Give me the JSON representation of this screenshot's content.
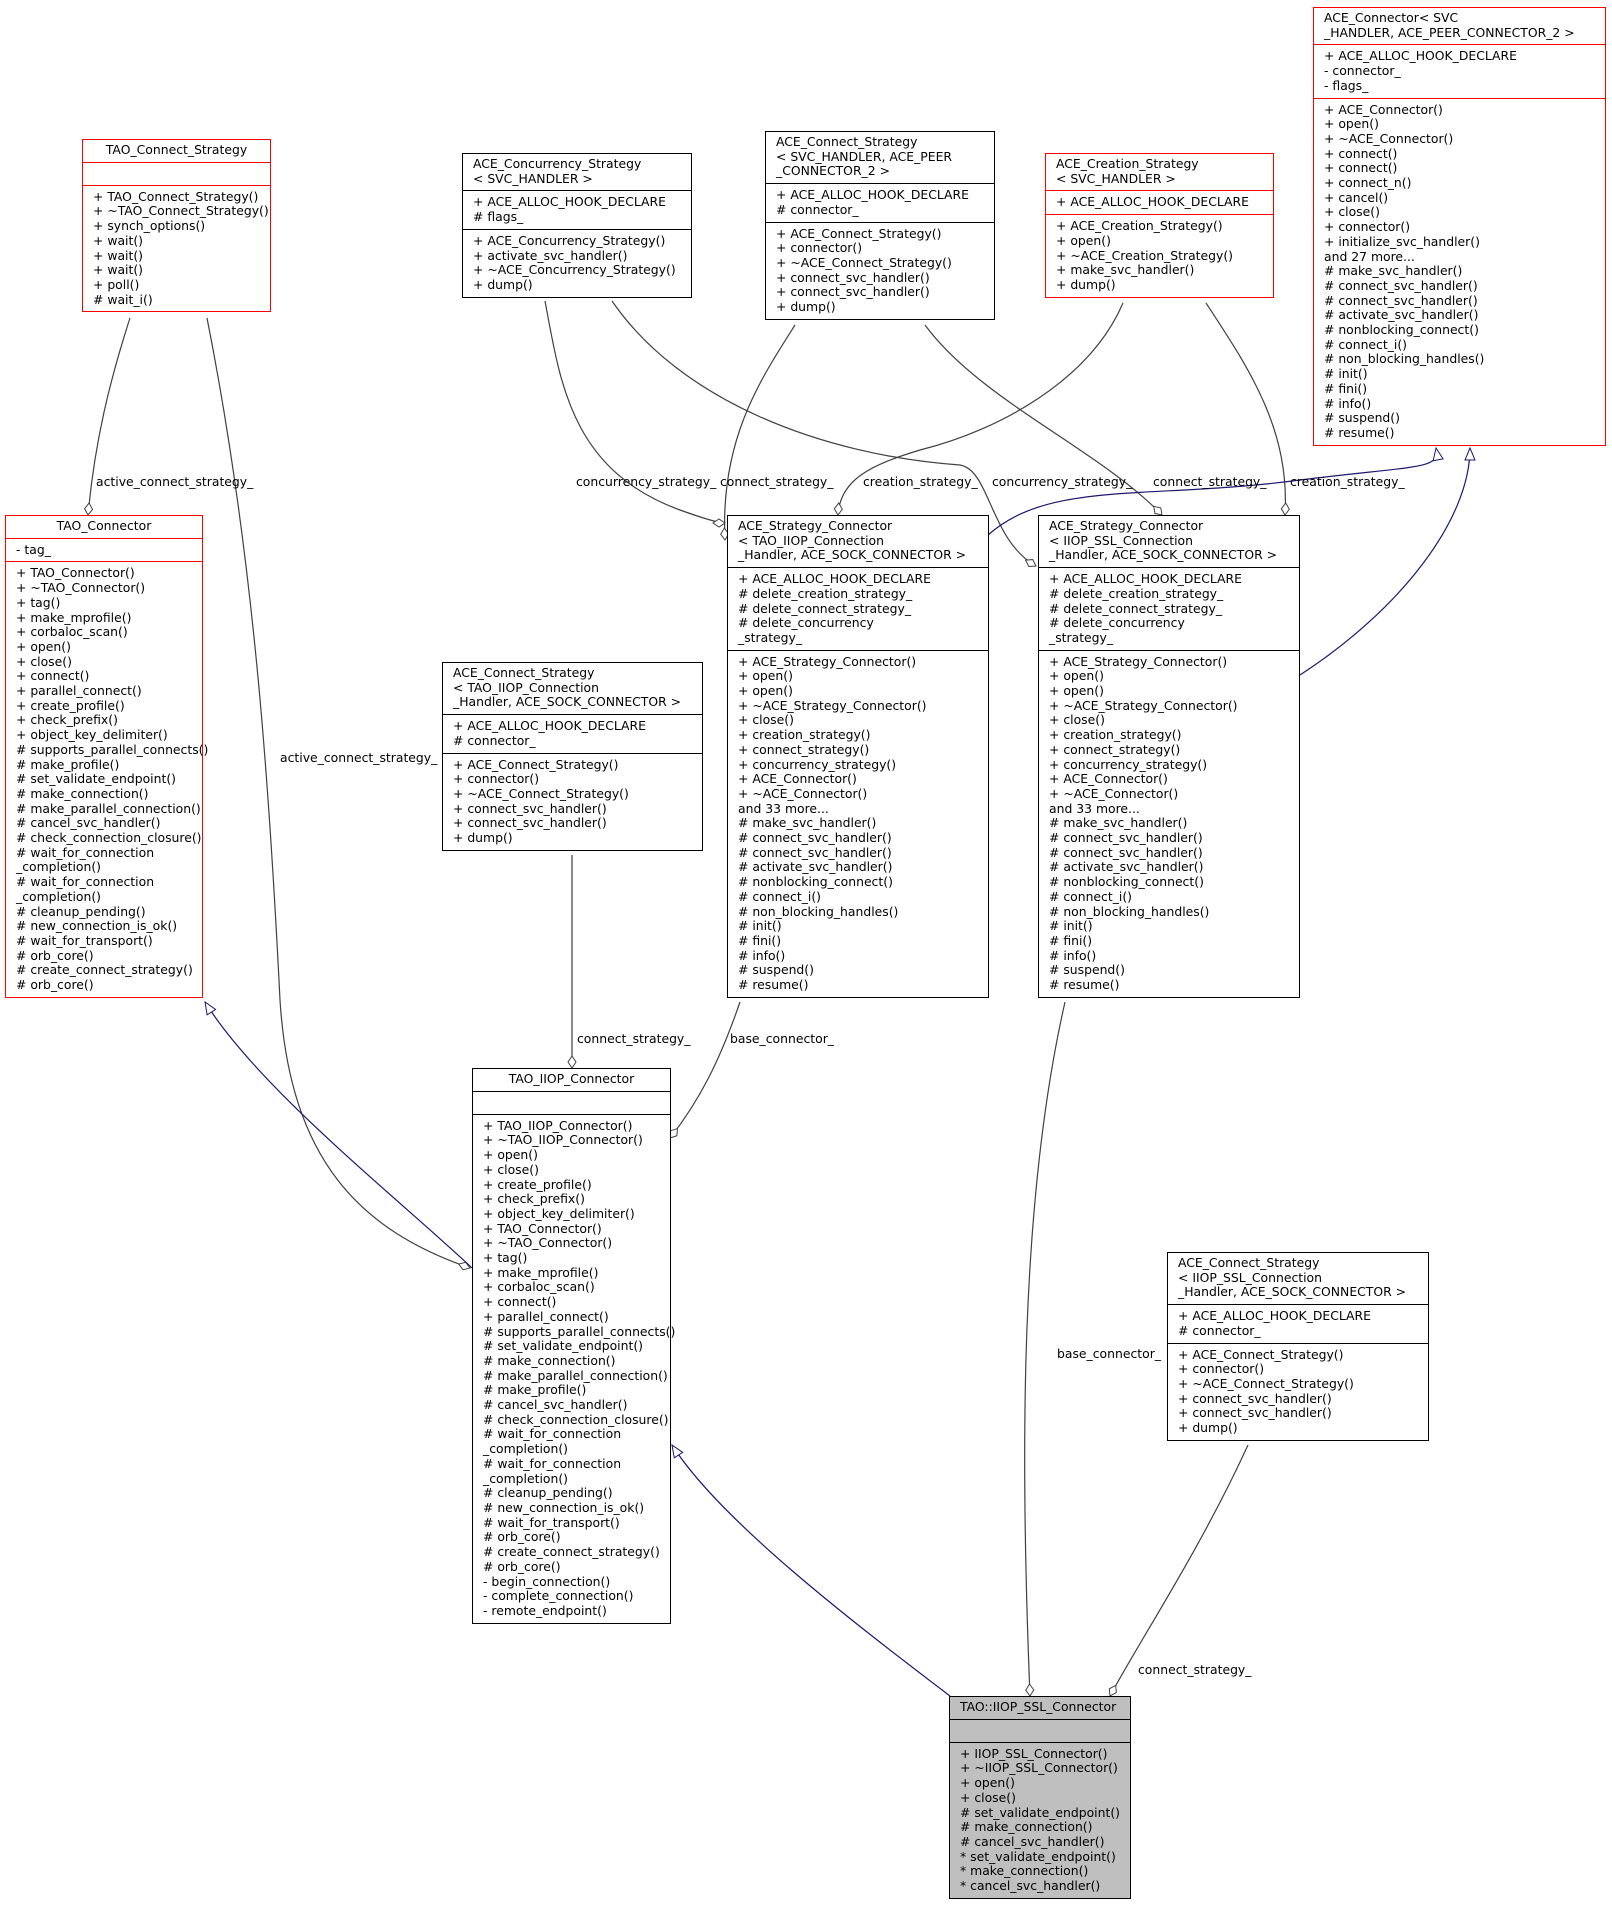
{
  "classes": {
    "ace_connector": {
      "title": "ACE_Connector< SVC\n_HANDLER, ACE_PEER_CONNECTOR_2 >",
      "sections": [
        [
          "+ ACE_ALLOC_HOOK_DECLARE",
          "- connector_",
          "- flags_"
        ],
        [
          "+ ACE_Connector()",
          "+ open()",
          "+ ~ACE_Connector()",
          "+ connect()",
          "+ connect()",
          "+ connect_n()",
          "+ cancel()",
          "+ close()",
          "+ connector()",
          "+ initialize_svc_handler()",
          "and 27 more...",
          "# make_svc_handler()",
          "# connect_svc_handler()",
          "# connect_svc_handler()",
          "# activate_svc_handler()",
          "# nonblocking_connect()",
          "# connect_i()",
          "# non_blocking_handles()",
          "# init()",
          "# fini()",
          "# info()",
          "# suspend()",
          "# resume()"
        ]
      ]
    },
    "tao_connect_strategy": {
      "title": "TAO_Connect_Strategy",
      "sections": [
        [],
        [
          "+ TAO_Connect_Strategy()",
          "+ ~TAO_Connect_Strategy()",
          "+ synch_options()",
          "+ wait()",
          "+ wait()",
          "+ wait()",
          "+ poll()",
          "# wait_i()"
        ]
      ]
    },
    "ace_concurrency_strategy": {
      "title": "ACE_Concurrency_Strategy\n< SVC_HANDLER >",
      "sections": [
        [
          "+ ACE_ALLOC_HOOK_DECLARE",
          "# flags_"
        ],
        [
          "+ ACE_Concurrency_Strategy()",
          "+ activate_svc_handler()",
          "+ ~ACE_Concurrency_Strategy()",
          "+ dump()"
        ]
      ]
    },
    "ace_connect_strategy_peer": {
      "title": "ACE_Connect_Strategy\n< SVC_HANDLER, ACE_PEER\n_CONNECTOR_2 >",
      "sections": [
        [
          "+ ACE_ALLOC_HOOK_DECLARE",
          "# connector_"
        ],
        [
          "+ ACE_Connect_Strategy()",
          "+ connector()",
          "+ ~ACE_Connect_Strategy()",
          "+ connect_svc_handler()",
          "+ connect_svc_handler()",
          "+ dump()"
        ]
      ]
    },
    "ace_creation_strategy": {
      "title": "ACE_Creation_Strategy\n< SVC_HANDLER >",
      "sections": [
        [
          "+ ACE_ALLOC_HOOK_DECLARE"
        ],
        [
          "+ ACE_Creation_Strategy()",
          "+ open()",
          "+ ~ACE_Creation_Strategy()",
          "+ make_svc_handler()",
          "+ dump()"
        ]
      ]
    },
    "tao_connector": {
      "title": "TAO_Connector",
      "sections": [
        [
          "- tag_"
        ],
        [
          "+ TAO_Connector()",
          "+ ~TAO_Connector()",
          "+ tag()",
          "+ make_mprofile()",
          "+ corbaloc_scan()",
          "+ open()",
          "+ close()",
          "+ connect()",
          "+ parallel_connect()",
          "+ create_profile()",
          "+ check_prefix()",
          "+ object_key_delimiter()",
          "# supports_parallel_connects()",
          "# make_profile()",
          "# set_validate_endpoint()",
          "# make_connection()",
          "# make_parallel_connection()",
          "# cancel_svc_handler()",
          "# check_connection_closure()",
          "# wait_for_connection\n_completion()",
          "# wait_for_connection\n_completion()",
          "# cleanup_pending()",
          "# new_connection_is_ok()",
          "# wait_for_transport()",
          "# orb_core()",
          "# create_connect_strategy()",
          "# orb_core()"
        ]
      ]
    },
    "ace_strategy_connector_iiop": {
      "title": "ACE_Strategy_Connector\n< TAO_IIOP_Connection\n_Handler, ACE_SOCK_CONNECTOR >",
      "sections": [
        [
          "+ ACE_ALLOC_HOOK_DECLARE",
          "# delete_creation_strategy_",
          "# delete_connect_strategy_",
          "# delete_concurrency\n_strategy_"
        ],
        [
          "+ ACE_Strategy_Connector()",
          "+ open()",
          "+ open()",
          "+ ~ACE_Strategy_Connector()",
          "+ close()",
          "+ creation_strategy()",
          "+ connect_strategy()",
          "+ concurrency_strategy()",
          "+ ACE_Connector()",
          "+ ~ACE_Connector()",
          "and 33 more...",
          "# make_svc_handler()",
          "# connect_svc_handler()",
          "# connect_svc_handler()",
          "# activate_svc_handler()",
          "# nonblocking_connect()",
          "# connect_i()",
          "# non_blocking_handles()",
          "# init()",
          "# fini()",
          "# info()",
          "# suspend()",
          "# resume()"
        ]
      ]
    },
    "ace_strategy_connector_ssl": {
      "title": "ACE_Strategy_Connector\n< IIOP_SSL_Connection\n_Handler, ACE_SOCK_CONNECTOR >",
      "sections": [
        [
          "+ ACE_ALLOC_HOOK_DECLARE",
          "# delete_creation_strategy_",
          "# delete_connect_strategy_",
          "# delete_concurrency\n_strategy_"
        ],
        [
          "+ ACE_Strategy_Connector()",
          "+ open()",
          "+ open()",
          "+ ~ACE_Strategy_Connector()",
          "+ close()",
          "+ creation_strategy()",
          "+ connect_strategy()",
          "+ concurrency_strategy()",
          "+ ACE_Connector()",
          "+ ~ACE_Connector()",
          "and 33 more...",
          "# make_svc_handler()",
          "# connect_svc_handler()",
          "# connect_svc_handler()",
          "# activate_svc_handler()",
          "# nonblocking_connect()",
          "# connect_i()",
          "# non_blocking_handles()",
          "# init()",
          "# fini()",
          "# info()",
          "# suspend()",
          "# resume()"
        ]
      ]
    },
    "ace_connect_strategy_iiop": {
      "title": "ACE_Connect_Strategy\n< TAO_IIOP_Connection\n_Handler, ACE_SOCK_CONNECTOR >",
      "sections": [
        [
          "+ ACE_ALLOC_HOOK_DECLARE",
          "# connector_"
        ],
        [
          "+ ACE_Connect_Strategy()",
          "+ connector()",
          "+ ~ACE_Connect_Strategy()",
          "+ connect_svc_handler()",
          "+ connect_svc_handler()",
          "+ dump()"
        ]
      ]
    },
    "tao_iiop_connector": {
      "title": "TAO_IIOP_Connector",
      "sections": [
        [],
        [
          "+ TAO_IIOP_Connector()",
          "+ ~TAO_IIOP_Connector()",
          "+ open()",
          "+ close()",
          "+ create_profile()",
          "+ check_prefix()",
          "+ object_key_delimiter()",
          "+ TAO_Connector()",
          "+ ~TAO_Connector()",
          "+ tag()",
          "+ make_mprofile()",
          "+ corbaloc_scan()",
          "+ connect()",
          "+ parallel_connect()",
          "# supports_parallel_connects()",
          "# set_validate_endpoint()",
          "# make_connection()",
          "# make_parallel_connection()",
          "# make_profile()",
          "# cancel_svc_handler()",
          "# check_connection_closure()",
          "# wait_for_connection\n_completion()",
          "# wait_for_connection\n_completion()",
          "# cleanup_pending()",
          "# new_connection_is_ok()",
          "# wait_for_transport()",
          "# orb_core()",
          "# create_connect_strategy()",
          "# orb_core()",
          "- begin_connection()",
          "- complete_connection()",
          "- remote_endpoint()"
        ]
      ]
    },
    "ace_connect_strategy_ssl": {
      "title": "ACE_Connect_Strategy\n< IIOP_SSL_Connection\n_Handler, ACE_SOCK_CONNECTOR >",
      "sections": [
        [
          "+ ACE_ALLOC_HOOK_DECLARE",
          "# connector_"
        ],
        [
          "+ ACE_Connect_Strategy()",
          "+ connector()",
          "+ ~ACE_Connect_Strategy()",
          "+ connect_svc_handler()",
          "+ connect_svc_handler()",
          "+ dump()"
        ]
      ]
    },
    "iiop_ssl_connector": {
      "title": "TAO::IIOP_SSL_Connector",
      "sections": [
        [],
        [
          "+ IIOP_SSL_Connector()",
          "+ ~IIOP_SSL_Connector()",
          "+ open()",
          "+ close()",
          "# set_validate_endpoint()",
          "# make_connection()",
          "# cancel_svc_handler()",
          "* set_validate_endpoint()",
          "* make_connection()",
          "* cancel_svc_handler()"
        ]
      ]
    }
  },
  "edge_labels": {
    "active_connect_strategy_1": "active_connect_strategy_",
    "active_connect_strategy_2": "active_connect_strategy_",
    "concurrency_strategy_1": "concurrency_strategy_",
    "connect_strategy_1": "connect_strategy_",
    "creation_strategy_1": "creation_strategy_",
    "concurrency_strategy_2": "concurrency_strategy_",
    "connect_strategy_2": "connect_strategy_",
    "creation_strategy_2": "creation_strategy_",
    "connect_strategy_3": "connect_strategy_",
    "base_connector_1": "base_connector_",
    "base_connector_2": "base_connector_",
    "connect_strategy_4": "connect_strategy_"
  },
  "colors": {
    "inheritance_edge": "#191970",
    "association_edge": "#404040",
    "highlight_border": "#ff0000",
    "focus_fill": "#bfbfbf"
  }
}
